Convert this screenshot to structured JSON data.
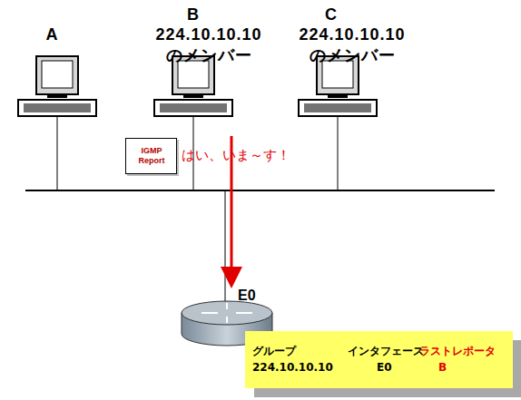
{
  "diagram": {
    "nodes": [
      {
        "text": [
          "A"
        ]
      },
      {
        "text": [
          "B",
          "224.10.10.10 のメンバー"
        ]
      },
      {
        "text": [
          "C",
          "224.10.10.10 のメンバー"
        ]
      },
      {
        "text": [
          "IGMP Report"
        ]
      },
      {
        "text": [
          "E0"
        ]
      },
      {
        "text": [
          "グループ",
          "インタフェース",
          "ラストレポータ",
          "224.10.10.10",
          "E0",
          "B"
        ]
      }
    ],
    "edges": [
      {
        "from": 1,
        "to": 4,
        "arrow": "to"
      }
    ],
    "labels": [
      "はい、いま～す！"
    ]
  }
}
